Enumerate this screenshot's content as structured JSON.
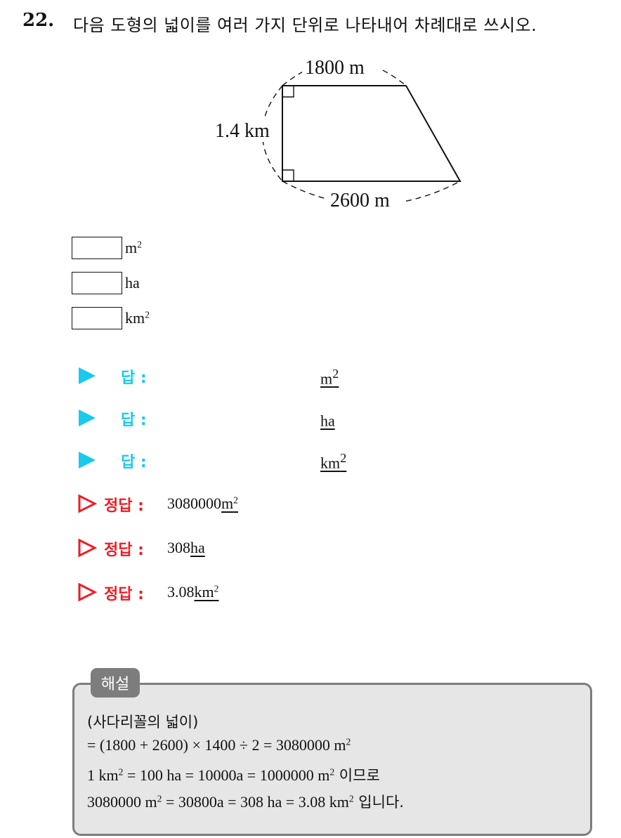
{
  "question": {
    "number": "22.",
    "text": "다음 도형의 넓이를 여러 가지 단위로 나타내어 차례대로 쓰시오."
  },
  "figure": {
    "top_label": "1800 m",
    "side_label": "1.4 km",
    "bottom_label": "2600 m"
  },
  "blanks": [
    {
      "unit": "m",
      "exp": "2"
    },
    {
      "unit": "ha",
      "exp": ""
    },
    {
      "unit": "km",
      "exp": "2"
    }
  ],
  "answers": {
    "label": "답 :",
    "rows": [
      {
        "unit": "m",
        "exp": "2"
      },
      {
        "unit": "ha",
        "exp": ""
      },
      {
        "unit": "km",
        "exp": "2"
      }
    ]
  },
  "correct": {
    "label": "정답 :",
    "rows": [
      {
        "value": "3080000",
        "unit": "m",
        "exp": "2"
      },
      {
        "value": "308",
        "unit": "ha",
        "exp": ""
      },
      {
        "value": "3.08",
        "unit": "km",
        "exp": "2"
      }
    ]
  },
  "solution": {
    "tab": "해설",
    "line1": "(사다리꼴의 넓이)",
    "line2_pre": "= (1800 + 2600) × 1400 ÷ 2 = 3080000 m",
    "line2_exp": "2",
    "line3_a": "1 km",
    "line3_a_exp": "2",
    "line3_b": " = 100 ha = 10000a = 1000000 m",
    "line3_b_exp": "2",
    "line3_ko": " 이므로",
    "line4_a": "3080000 m",
    "line4_a_exp": "2",
    "line4_b": " = 30800a = 308 ha = 3.08 km",
    "line4_b_exp": "2",
    "line4_ko": " 입니다."
  },
  "colors": {
    "answer_accent": "#19c9ee",
    "correct_accent": "#ee1c25",
    "solution_border": "#7d7d7d",
    "solution_bg": "#e6e6e6"
  }
}
